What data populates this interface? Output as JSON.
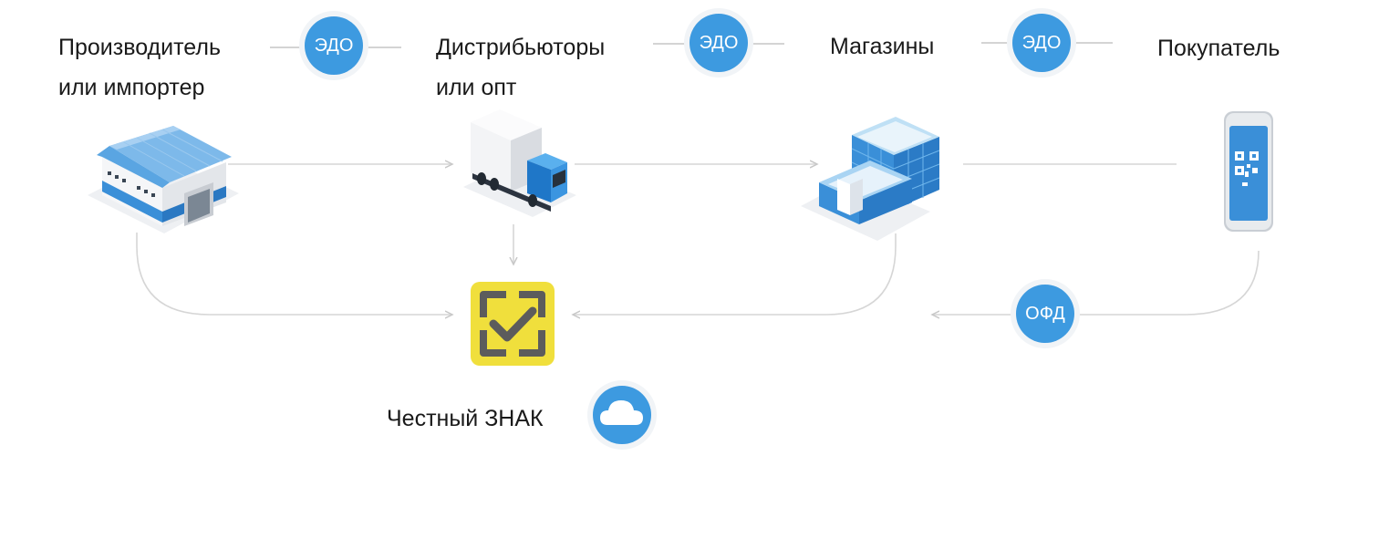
{
  "nodes": {
    "producer": {
      "line1": "Производитель",
      "line2": "или импортер"
    },
    "distributor": {
      "line1": "Дистрибьюторы",
      "line2": "или опт"
    },
    "stores": {
      "line1": "Магазины"
    },
    "buyer": {
      "line1": "Покупатель"
    },
    "chestny_znak": {
      "label": "Честный ЗНАК"
    }
  },
  "badges": {
    "edo_1": "ЭДО",
    "edo_2": "ЭДО",
    "edo_3": "ЭДО",
    "ofd": "ОФД"
  },
  "colors": {
    "accent_blue": "#3d9ae0",
    "logo_yellow": "#f0df3c",
    "logo_gray": "#5c5c5c",
    "connector_gray": "#d4d4d4"
  },
  "icons": {
    "producer": "warehouse-icon",
    "distributor": "truck-icon",
    "stores": "shopping-mall-icon",
    "buyer": "smartphone-qr-icon",
    "chestny_znak": "chestny-znak-logo",
    "cloud": "cloud-icon"
  }
}
